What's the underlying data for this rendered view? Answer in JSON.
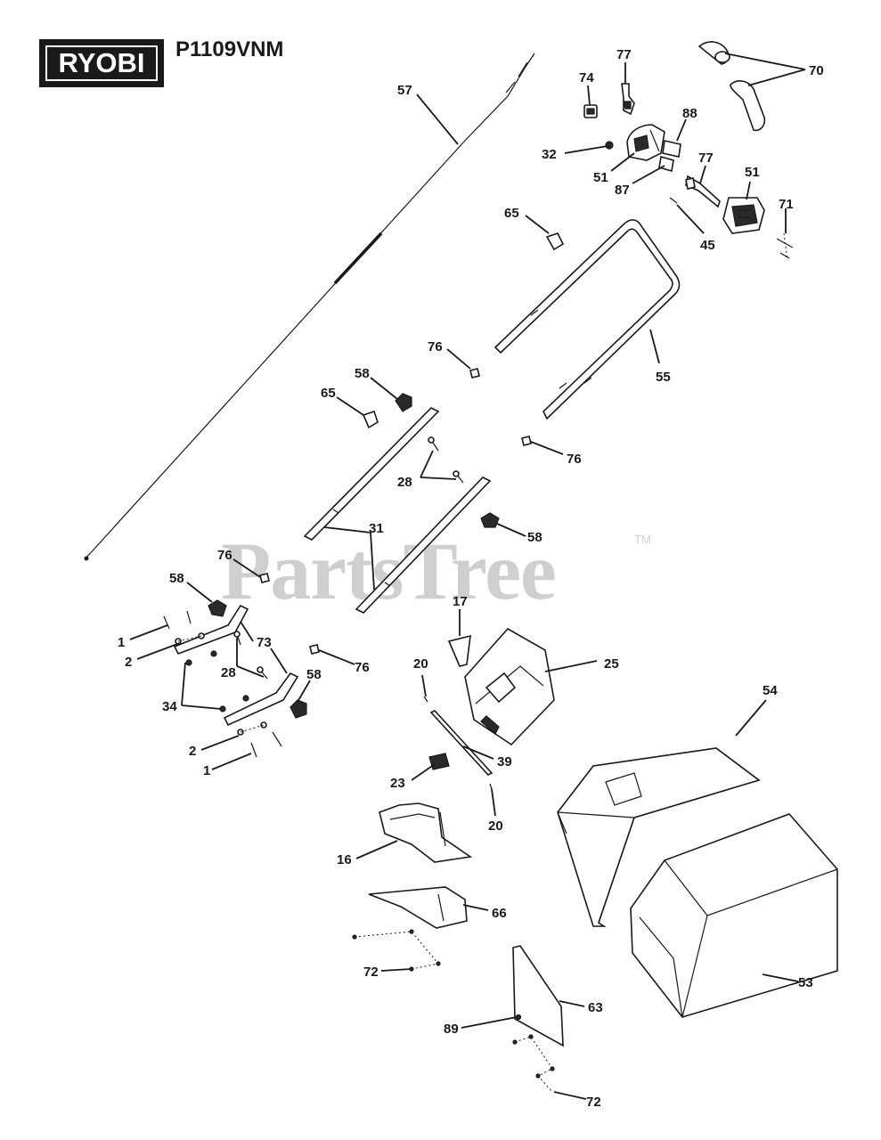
{
  "brand": {
    "logo_text": "RYOBI",
    "model": "P1109VNM"
  },
  "watermark": {
    "text": "PartsTree",
    "tm": "TM"
  },
  "colors": {
    "ink": "#1a1a1a",
    "watermark": "#cfcfcf",
    "background": "#ffffff"
  },
  "callouts": [
    {
      "id": "c-70",
      "label": "70"
    },
    {
      "id": "c-77a",
      "label": "77"
    },
    {
      "id": "c-74",
      "label": "74"
    },
    {
      "id": "c-57",
      "label": "57"
    },
    {
      "id": "c-88",
      "label": "88"
    },
    {
      "id": "c-32",
      "label": "32"
    },
    {
      "id": "c-51a",
      "label": "51"
    },
    {
      "id": "c-77b",
      "label": "77"
    },
    {
      "id": "c-51b",
      "label": "51"
    },
    {
      "id": "c-87",
      "label": "87"
    },
    {
      "id": "c-71",
      "label": "71"
    },
    {
      "id": "c-65a",
      "label": "65"
    },
    {
      "id": "c-45",
      "label": "45"
    },
    {
      "id": "c-76a",
      "label": "76"
    },
    {
      "id": "c-55",
      "label": "55"
    },
    {
      "id": "c-58a",
      "label": "58"
    },
    {
      "id": "c-65b",
      "label": "65"
    },
    {
      "id": "c-76b",
      "label": "76"
    },
    {
      "id": "c-28a",
      "label": "28"
    },
    {
      "id": "c-31",
      "label": "31"
    },
    {
      "id": "c-58b",
      "label": "58"
    },
    {
      "id": "c-76c",
      "label": "76"
    },
    {
      "id": "c-58c",
      "label": "58"
    },
    {
      "id": "c-17",
      "label": "17"
    },
    {
      "id": "c-1a",
      "label": "1"
    },
    {
      "id": "c-73",
      "label": "73"
    },
    {
      "id": "c-2a",
      "label": "2"
    },
    {
      "id": "c-28b",
      "label": "28"
    },
    {
      "id": "c-76d",
      "label": "76"
    },
    {
      "id": "c-20a",
      "label": "20"
    },
    {
      "id": "c-25",
      "label": "25"
    },
    {
      "id": "c-58d",
      "label": "58"
    },
    {
      "id": "c-34",
      "label": "34"
    },
    {
      "id": "c-54",
      "label": "54"
    },
    {
      "id": "c-2b",
      "label": "2"
    },
    {
      "id": "c-39",
      "label": "39"
    },
    {
      "id": "c-1b",
      "label": "1"
    },
    {
      "id": "c-23",
      "label": "23"
    },
    {
      "id": "c-20b",
      "label": "20"
    },
    {
      "id": "c-16",
      "label": "16"
    },
    {
      "id": "c-66",
      "label": "66"
    },
    {
      "id": "c-72a",
      "label": "72"
    },
    {
      "id": "c-53",
      "label": "53"
    },
    {
      "id": "c-63",
      "label": "63"
    },
    {
      "id": "c-89",
      "label": "89"
    },
    {
      "id": "c-72b",
      "label": "72"
    }
  ]
}
